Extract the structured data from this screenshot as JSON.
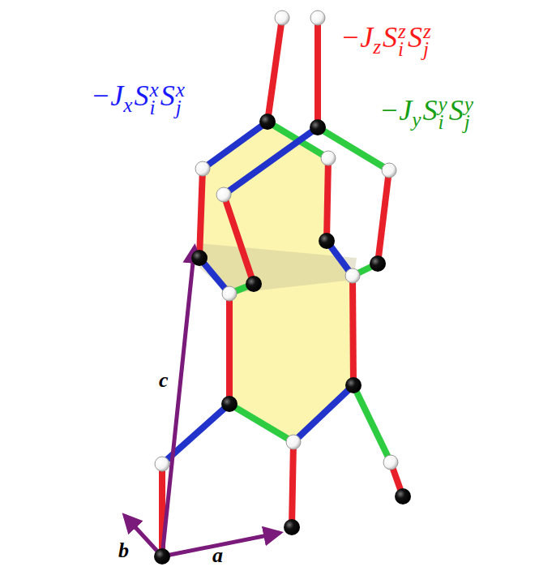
{
  "diagram": {
    "labels": [
      "−JzSizSjz",
      "−JxSixSjx",
      "−JySiySjy",
      "c",
      "b",
      "a"
    ]
  }
}
